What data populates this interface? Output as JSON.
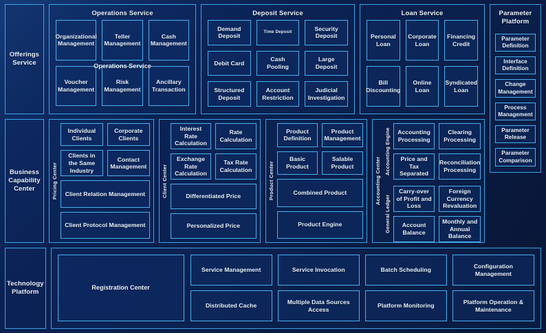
{
  "layers": {
    "offerings": "Offerings\nService",
    "business": "Business\nCapability\nCenter",
    "technology": "Technology\nPlatform"
  },
  "offerings": {
    "operations": {
      "title": "Operations Service",
      "ghost_title": "Operations Service",
      "tiles": [
        "Organizational Management",
        "Teller Management",
        "Cash Management",
        "Voucher Management",
        "Risk Management",
        "Ancillary Transaction"
      ]
    },
    "deposit": {
      "title": "Deposit Service",
      "tiles": [
        "Demand Deposit",
        "Time Deposit",
        "Security Deposit",
        "Debit Card",
        "Cash Pooling",
        "Large Deposit",
        "Structured Deposit",
        "Account Restriction",
        "Judicial Investigation"
      ]
    },
    "loan": {
      "title": "Loan Service",
      "tiles": [
        "Personal Loan",
        "Corporate Loan",
        "Financing Credit",
        "Bill Discounting",
        "Online Loan",
        "Syndicated Loan"
      ]
    }
  },
  "parameter_platform": {
    "title": "Parameter Platform",
    "tiles": [
      "Parameter Definition",
      "Interface Definition",
      "Change Management",
      "Process Management",
      "Parameter Release",
      "Parameter Comparison"
    ]
  },
  "business_capability": {
    "client": {
      "vlabel": "Pricing Center",
      "row1": [
        "Individual Clients",
        "Corporate Clients"
      ],
      "row2": [
        "Clients in the Same Industry",
        "Contact Management"
      ],
      "full1": "Client Relation Management",
      "full2": "Client Protocol Management"
    },
    "pricing": {
      "vlabel": "Client Center",
      "row1": [
        "Interest Rate Calculation",
        "Rate Calculation"
      ],
      "row2": [
        "Exchange Rate Calculation",
        "Tax Rate Calculation"
      ],
      "full1": "Differentiated Price",
      "full2": "Personalized Price"
    },
    "product": {
      "vlabel": "Product Center",
      "row1": [
        "Product Definition",
        "Product Management"
      ],
      "row2": [
        "Basic Product",
        "Salable Product"
      ],
      "full1": "Combined Product",
      "full2": "Product Engine"
    },
    "accounting": {
      "vlabel": "Accounting Center",
      "engine": {
        "vlabel": "Accounting Engine",
        "tiles": [
          "Accounting Processing",
          "Clearing Processing",
          "Price and Tax Separated",
          "Reconciliation Processing"
        ]
      },
      "ledger": {
        "vlabel": "General Ledger",
        "tiles": [
          "Carry-over of Profit and Loss",
          "Foreign Currency Revaluation",
          "Account Balance",
          "Monthly and Annual Balance"
        ]
      }
    }
  },
  "technology_platform": {
    "registration": "Registration Center",
    "tiles": [
      "Service Management",
      "Service Invocation",
      "Batch Scheduling",
      "Configuration Management",
      "Distributed Cache",
      "Multiple Data Sources Access",
      "Platform Monitoring",
      "Platform Operation & Maintenance"
    ]
  },
  "colors": {
    "background": "#0a2050",
    "border": "#3aa4e8",
    "tile_border": "#49b1f0",
    "text": "#eaf3ff"
  }
}
